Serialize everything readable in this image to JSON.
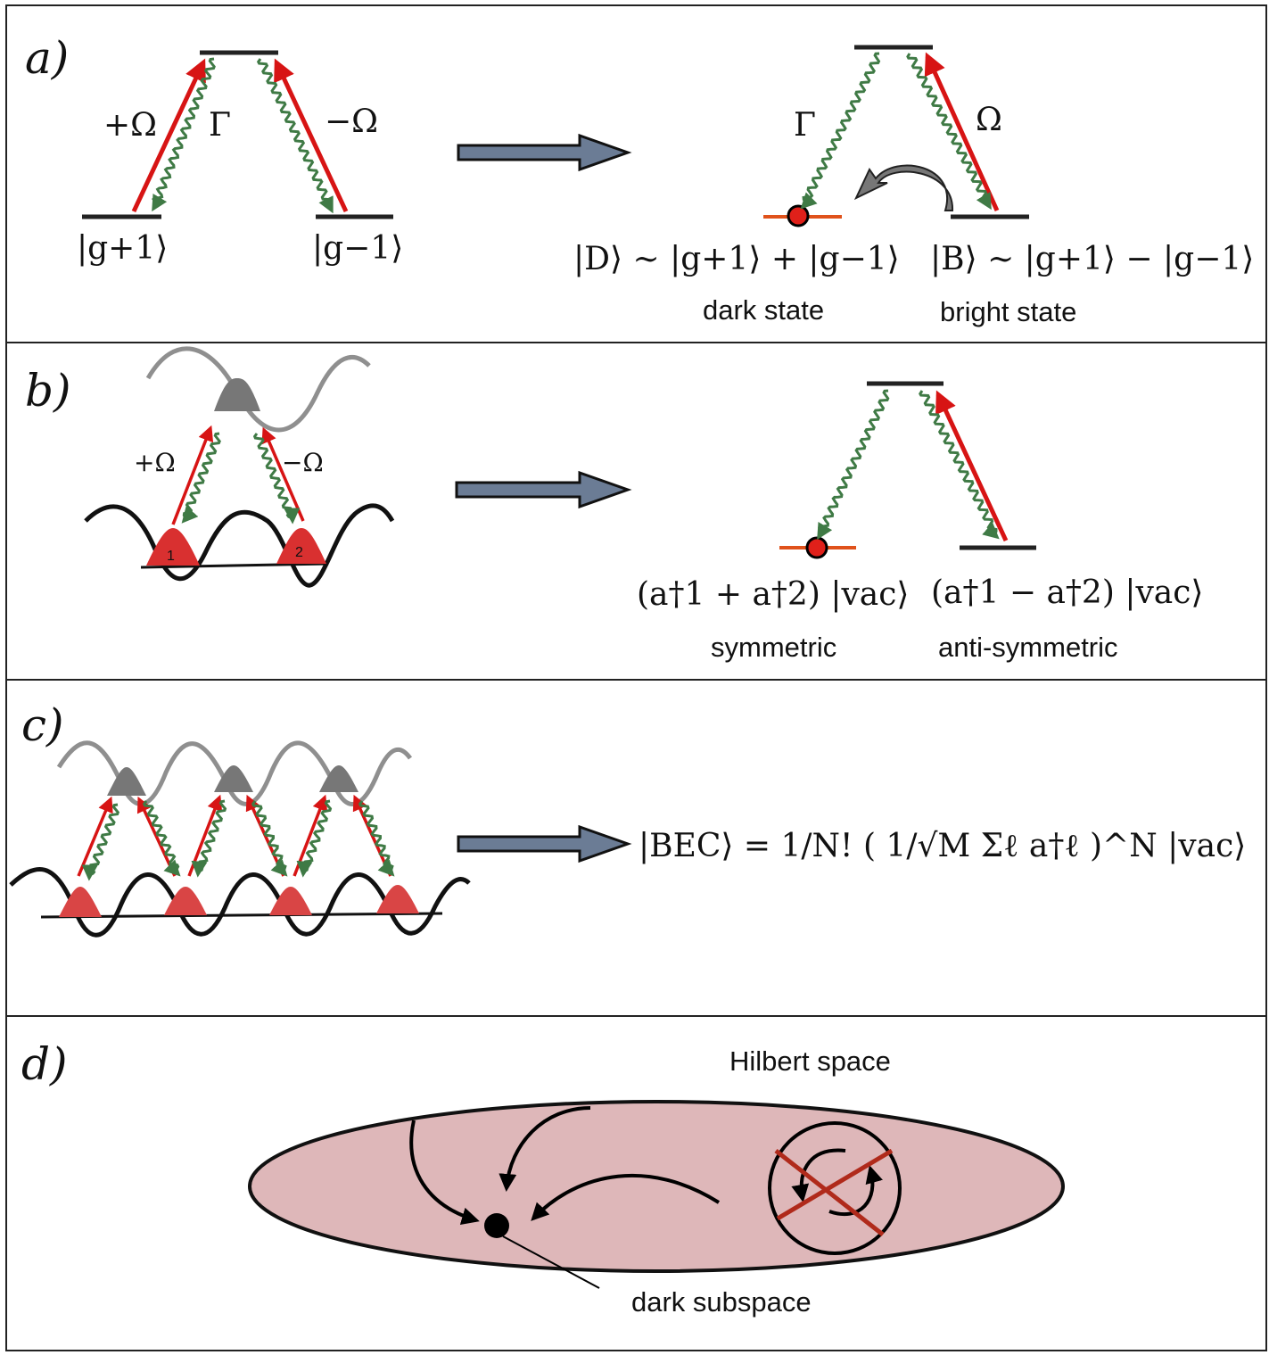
{
  "panels": {
    "a": {
      "label": "a)",
      "labels": {
        "plus_omega": "+Ω",
        "minus_omega": "−Ω",
        "gamma_left": "Γ",
        "gamma_right": "Γ",
        "omega_right": "Ω",
        "ket_g_plus": "|g+1⟩",
        "ket_g_minus": "|g−1⟩",
        "dark_formula": "|D⟩ ∼ |g+1⟩ + |g−1⟩",
        "bright_formula": "|B⟩ ∼ |g+1⟩ − |g−1⟩",
        "dark_caption": "dark state",
        "bright_caption": "bright state"
      }
    },
    "b": {
      "label": "b)",
      "labels": {
        "plus_omega": "+Ω",
        "minus_omega": "−Ω",
        "site_1": "1",
        "site_2": "2",
        "sym_formula": "(a†1 + a†2) |vac⟩",
        "anti_formula": "(a†1 − a†2) |vac⟩",
        "sym_caption": "symmetric",
        "anti_caption": "anti-symmetric"
      }
    },
    "c": {
      "label": "c)",
      "bec_formula": "|BEC⟩ = 1/N! ( 1/√M Σℓ a†ℓ )^N |vac⟩"
    },
    "d": {
      "label": "d)",
      "hilbert_caption": "Hilbert space",
      "dark_subspace_caption": "dark subspace"
    }
  },
  "colors": {
    "pump_arrow": "#d71414",
    "decay": "#3f7a45",
    "arrow_fill": "#6b7c95",
    "ellipse_fill": "#deb7b9",
    "dark_level": "#e0521b",
    "red_dot": "#e0201a",
    "cross": "#b02a1b"
  }
}
